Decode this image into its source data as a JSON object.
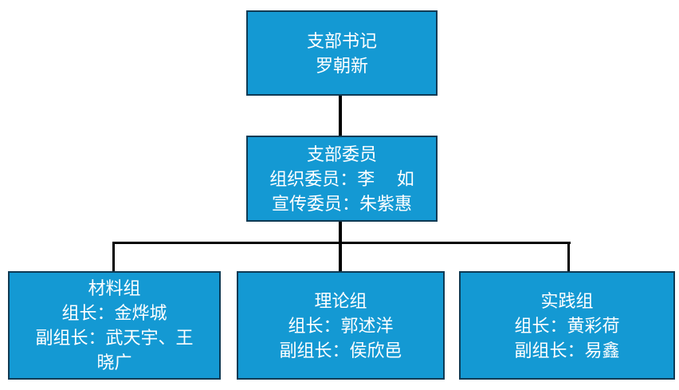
{
  "colors": {
    "background": "#ffffff",
    "box_fill": "#1499D3",
    "box_border": "#0E3A54",
    "connector": "#000000",
    "text": "#ffffff"
  },
  "org_chart": {
    "root": {
      "lines": [
        "支部书记",
        "罗朝新"
      ]
    },
    "committee": {
      "lines": [
        "支部委员",
        "组织委员：李　 如",
        "宣传委员：朱紫惠"
      ]
    },
    "groups": {
      "materials": {
        "lines": [
          "材料组",
          "组长：金烨城",
          "副组长：武天宇、王",
          "晓广"
        ]
      },
      "theory": {
        "lines": [
          "理论组",
          "组长：郭述洋",
          "副组长：侯欣邑"
        ]
      },
      "practice": {
        "lines": [
          "实践组",
          "组长：黄彩荷",
          "副组长：易鑫"
        ]
      }
    }
  }
}
